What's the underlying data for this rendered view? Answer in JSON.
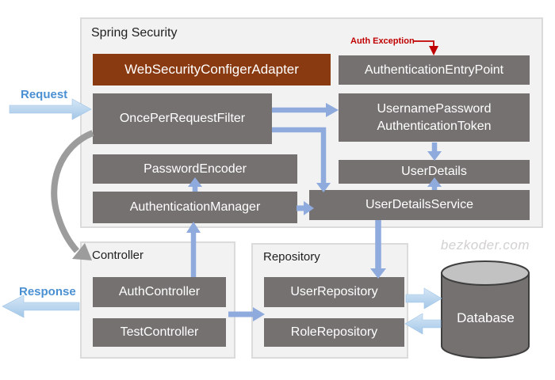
{
  "watermark": "bezkoder.com",
  "flow": {
    "request": "Request",
    "response": "Response",
    "auth_exception": "Auth Exception"
  },
  "spring_security": {
    "title": "Spring Security",
    "adapter": "WebSecurityConfigerAdapter",
    "entry_point": "AuthenticationEntryPoint",
    "filter": "OncePerRequestFilter",
    "token_line1": "UsernamePassword",
    "token_line2": "AuthenticationToken",
    "password_encoder": "PasswordEncoder",
    "user_details": "UserDetails",
    "authentication_manager": "AuthenticationManager",
    "user_details_service": "UserDetailsService"
  },
  "controller": {
    "title": "Controller",
    "auth_controller": "AuthController",
    "test_controller": "TestController"
  },
  "repository": {
    "title": "Repository",
    "user_repository": "UserRepository",
    "role_repository": "RoleRepository"
  },
  "database": {
    "label": "Database"
  },
  "connections": [
    "Request → OncePerRequestFilter",
    "Auth Exception → AuthenticationEntryPoint",
    "OncePerRequestFilter → UsernamePasswordAuthenticationToken",
    "OncePerRequestFilter → UserDetailsService",
    "UsernamePasswordAuthenticationToken → UserDetails",
    "UserDetailsService → UserDetails",
    "AuthenticationManager → PasswordEncoder",
    "AuthenticationManager → UserDetailsService",
    "AuthController → AuthenticationManager",
    "OncePerRequestFilter → Controller",
    "UserDetailsService → UserRepository",
    "TestController → Repository",
    "UserRepository → Database",
    "Database → RoleRepository",
    "Controller → Response"
  ],
  "colors": {
    "box_gray": "#767171",
    "adapter_brown": "#8a3a10",
    "connector_blue": "#8faadc",
    "flow_arrow_blue_light": "#cfe3f5",
    "flow_arrow_blue_dark": "#a3c7e8",
    "flow_label_blue": "#4a90d2",
    "exception_red": "#c00000",
    "panel_fill": "#f2f2f2",
    "panel_border": "#dbdbdb",
    "curve_gray": "#9c9c9c",
    "db_top_gray": "#c2c2c2",
    "db_stroke": "#3f3f3f",
    "watermark_gray": "#d2d0d0"
  }
}
